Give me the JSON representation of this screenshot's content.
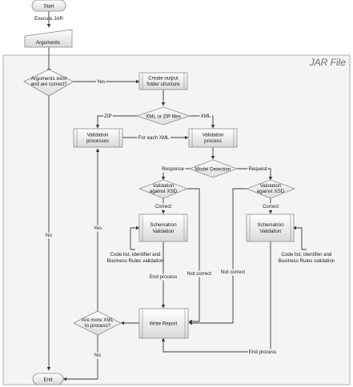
{
  "container": {
    "title": "JAR File"
  },
  "nodes": {
    "start": "Start",
    "execute_jar": "Execute JAR",
    "arguments": "Arguments",
    "args_check": [
      "Arguments exist",
      "and are correct?"
    ],
    "create_output": [
      "Create output",
      "folder structure"
    ],
    "xml_or_zip": "XML or ZIP files",
    "validation_processes": [
      "Validation",
      "processes"
    ],
    "validation_process": [
      "Validation",
      "process"
    ],
    "model_detection": "Model Detection",
    "xsd_left": [
      "Validation",
      "against XSD"
    ],
    "xsd_right": [
      "Validation",
      "against XSD"
    ],
    "schematron_left": [
      "Schematron",
      "Validation"
    ],
    "schematron_right": [
      "Schematron",
      "Validation"
    ],
    "codelist_left": [
      "Code list, identifier and",
      "Business Rules validation"
    ],
    "codelist_right": [
      "Code list, identifier and",
      "Business Rules validation"
    ],
    "more_xml": [
      "Are more XML",
      "to process?"
    ],
    "write_report": "Write Report",
    "end": "End"
  },
  "edge_labels": {
    "yes_args": "Yes",
    "no_args": "No",
    "zip": "ZIP",
    "xml": "XML",
    "for_each_xml": "For each XML",
    "response": "Response",
    "request": "Request",
    "correct_left": "Correct",
    "correct_right": "Correct",
    "not_correct_left": "Not correct",
    "not_correct_right": "Not correct",
    "end_process_left": "End process",
    "end_process_bottom": "End process",
    "yes_more": "Yes",
    "no_more": "No"
  }
}
